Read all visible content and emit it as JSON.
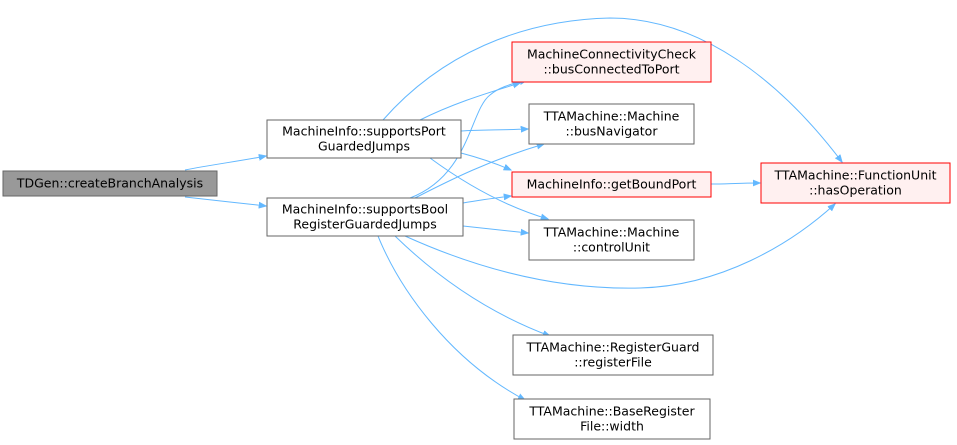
{
  "colors": {
    "edge": "#63b8ff",
    "border_default": "#666666",
    "fill_default": "#ffffff",
    "border_root": "#666666",
    "fill_root": "#999999",
    "border_red": "#ff0000",
    "fill_red": "#fff0f0"
  },
  "nodes": [
    {
      "id": "n0",
      "style": "root",
      "lines": [
        "TDGen::createBranchAnalysis"
      ]
    },
    {
      "id": "n1",
      "style": "default",
      "lines": [
        "MachineInfo::supportsPort",
        "GuardedJumps"
      ]
    },
    {
      "id": "n2",
      "style": "default",
      "lines": [
        "MachineInfo::supportsBool",
        "RegisterGuardedJumps"
      ]
    },
    {
      "id": "n3",
      "style": "red",
      "lines": [
        "MachineConnectivityCheck",
        "::busConnectedToPort"
      ]
    },
    {
      "id": "n4",
      "style": "default",
      "lines": [
        "TTAMachine::Machine",
        "::busNavigator"
      ]
    },
    {
      "id": "n5",
      "style": "red",
      "lines": [
        "MachineInfo::getBoundPort"
      ]
    },
    {
      "id": "n6",
      "style": "default",
      "lines": [
        "TTAMachine::Machine",
        "::controlUnit"
      ]
    },
    {
      "id": "n7",
      "style": "red",
      "lines": [
        "TTAMachine::FunctionUnit",
        "::hasOperation"
      ]
    },
    {
      "id": "n8",
      "style": "default",
      "lines": [
        "TTAMachine::RegisterGuard",
        "::registerFile"
      ]
    },
    {
      "id": "n9",
      "style": "default",
      "lines": [
        "TTAMachine::BaseRegister",
        "File::width"
      ]
    }
  ],
  "edges": [
    {
      "from": "n0",
      "to": "n1"
    },
    {
      "from": "n0",
      "to": "n2"
    },
    {
      "from": "n1",
      "to": "n3"
    },
    {
      "from": "n1",
      "to": "n4"
    },
    {
      "from": "n1",
      "to": "n5"
    },
    {
      "from": "n1",
      "to": "n6"
    },
    {
      "from": "n1",
      "to": "n7"
    },
    {
      "from": "n2",
      "to": "n3"
    },
    {
      "from": "n2",
      "to": "n4"
    },
    {
      "from": "n2",
      "to": "n5"
    },
    {
      "from": "n2",
      "to": "n6"
    },
    {
      "from": "n2",
      "to": "n7"
    },
    {
      "from": "n2",
      "to": "n8"
    },
    {
      "from": "n2",
      "to": "n9"
    },
    {
      "from": "n5",
      "to": "n7"
    }
  ]
}
